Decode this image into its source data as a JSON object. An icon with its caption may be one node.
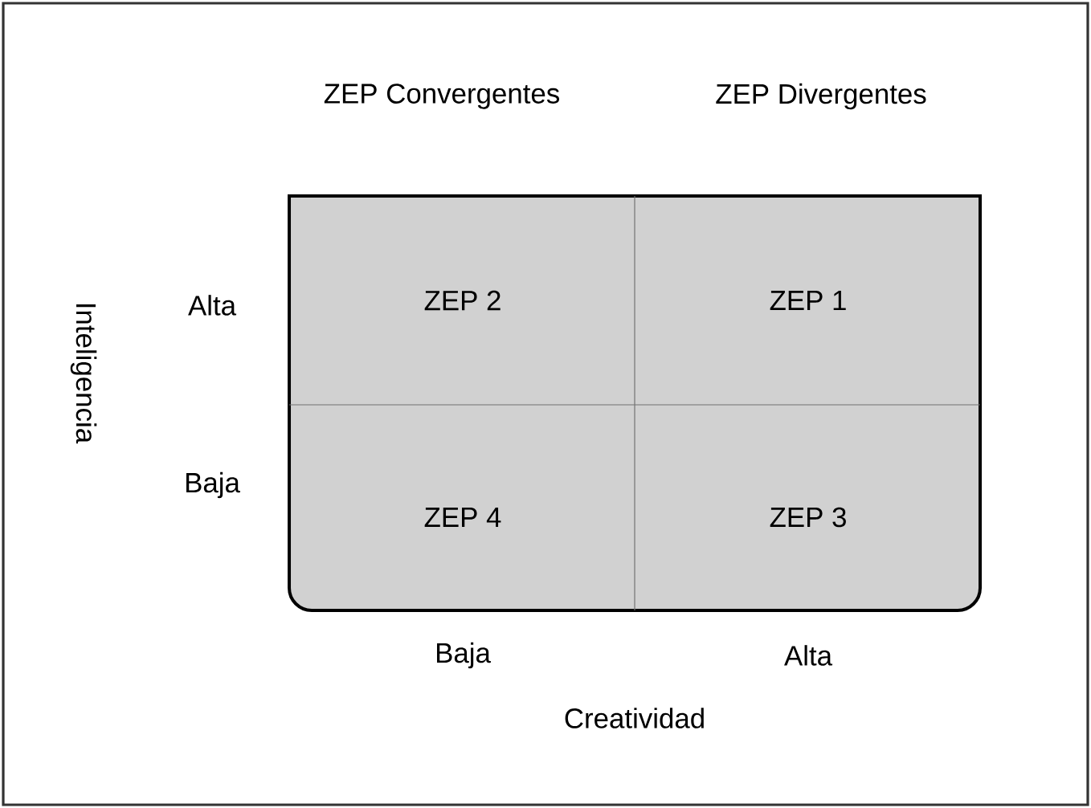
{
  "diagram": {
    "nodes": [
      {
        "text": [
          "ZEP 2"
        ]
      },
      {
        "text": [
          "ZEP 1"
        ]
      },
      {
        "text": [
          "ZEP 4"
        ]
      },
      {
        "text": [
          "ZEP 3"
        ]
      }
    ],
    "labels": [
      "ZEP Convergentes",
      "ZEP Divergentes",
      "Inteligencia",
      "Alta",
      "Baja",
      "Baja",
      "Alta",
      "Creatividad"
    ]
  }
}
